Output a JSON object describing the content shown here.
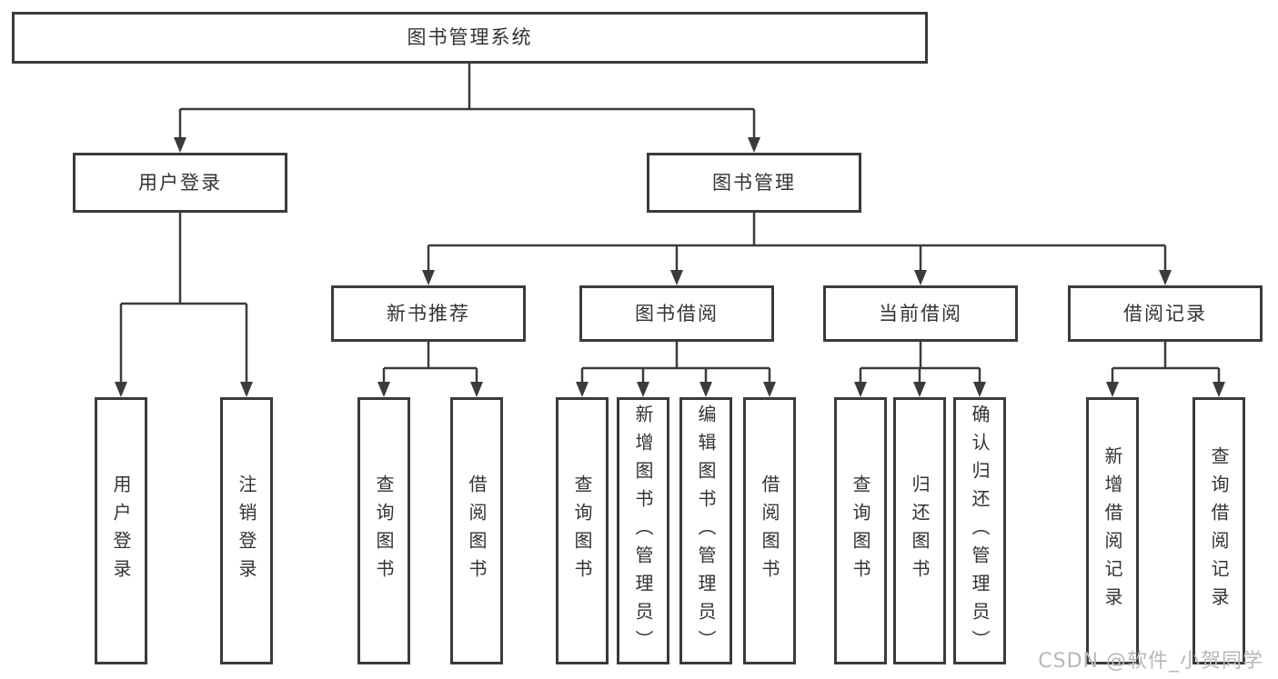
{
  "diagram": {
    "tree": {
      "root": "图书管理系统",
      "children": [
        {
          "label": "用户登录",
          "children": [
            "用户登录",
            "注销登录"
          ]
        },
        {
          "label": "图书管理",
          "children": [
            {
              "label": "新书推荐",
              "children": [
                "查询图书",
                "借阅图书"
              ]
            },
            {
              "label": "图书借阅",
              "children": [
                "查询图书",
                "新增图书（管理员）",
                "编辑图书（管理员）",
                "借阅图书"
              ]
            },
            {
              "label": "当前借阅",
              "children": [
                "查询图书",
                "归还图书",
                "确认归还（管理员）"
              ]
            },
            {
              "label": "借阅记录",
              "children": [
                "新增借阅记录",
                "查询借阅记录"
              ]
            }
          ]
        }
      ]
    },
    "watermark": "CSDN @软件_小贺同学",
    "colors": {
      "line": "#3b3b3b",
      "text": "#333333",
      "background": "#ffffff",
      "watermark": "#b4b8be"
    }
  }
}
